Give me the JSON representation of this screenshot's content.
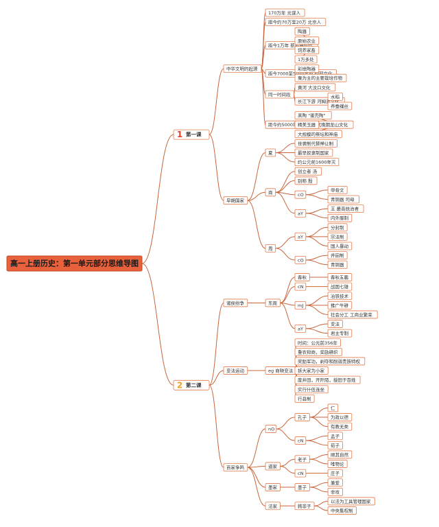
{
  "colors": {
    "accent": "#e8613c",
    "line": "#c8643c",
    "lesson1_num": "#e8402a",
    "lesson2_num": "#f0a020"
  },
  "root": "高一上册历史：第一单元部分思维导图",
  "tree": [
    {
      "label": "第一课",
      "num": "1",
      "children": [
        {
          "label": "中华文明的起源",
          "children": [
            {
              "label": "170万年 元谋人"
            },
            {
              "label": "距今约70万至20万 北京人"
            },
            {
              "label": "距今1万年 新石器时代",
              "children": [
                {
                  "label": "陶器"
                },
                {
                  "label": "原始农业"
                },
                {
                  "label": "饲养家畜"
                },
                {
                  "label": "1万多处"
                }
              ]
            },
            {
              "label": "距今7000至5000年前 仰韶文化",
              "children": [
                {
                  "label": "彩绘陶器"
                },
                {
                  "label": "粟为主的主要栽培作物"
                }
              ]
            },
            {
              "label": "同一时间段",
              "children": [
                {
                  "label": "黄河 大汶口文化"
                },
                {
                  "label": "长江下游 河姆渡文化",
                  "children": [
                    {
                      "label": "水稻"
                    },
                    {
                      "label": "养蚕缫丝"
                    }
                  ]
                }
              ]
            },
            {
              "label": "距今约5000年 新石器时代晚期龙山文化",
              "children": [
                {
                  "label": "黑陶 \"蛋壳陶\""
                },
                {
                  "label": "精美玉器"
                },
                {
                  "label": "大规模的祭坛和神庙"
                }
              ]
            }
          ]
        },
        {
          "label": "早期国家",
          "children": [
            {
              "label": "夏",
              "children": [
                {
                  "label": "世袭制代替禅让制"
                },
                {
                  "label": "最早奴隶制国家"
                },
                {
                  "label": "约公元前1600年灭"
                }
              ]
            },
            {
              "label": "商",
              "children": [
                {
                  "label": "创立者 汤"
                },
                {
                  "label": "别称 殷"
                },
                {
                  "label": "cO",
                  "children": [
                    {
                      "label": "甲骨文"
                    },
                    {
                      "label": "青铜器 司母"
                    }
                  ]
                },
                {
                  "label": "aY",
                  "children": [
                    {
                      "label": "王 最高统治者"
                    },
                    {
                      "label": "内外服制"
                    }
                  ]
                }
              ]
            },
            {
              "label": "周",
              "children": [
                {
                  "label": "aY",
                  "children": [
                    {
                      "label": "分封制"
                    },
                    {
                      "label": "宗法制"
                    },
                    {
                      "label": "国人暴动"
                    }
                  ]
                },
                {
                  "label": "cO",
                  "children": [
                    {
                      "label": "井田制"
                    },
                    {
                      "label": "青铜器"
                    }
                  ]
                }
              ]
            }
          ]
        }
      ]
    },
    {
      "label": "第二课",
      "num": "2",
      "children": [
        {
          "label": "诸侯纷争",
          "children": [
            {
              "label": "东周",
              "children": [
                {
                  "label": "春秋",
                  "children": [
                    {
                      "label": "春秋五霸"
                    }
                  ]
                },
                {
                  "label": "cN",
                  "children": [
                    {
                      "label": "战国七雄"
                    }
                  ]
                },
                {
                  "label": "mJ",
                  "children": [
                    {
                      "label": "冶铁技术"
                    },
                    {
                      "label": "推广牛耕"
                    },
                    {
                      "label": "社会分工 工商业繁荣"
                    }
                  ]
                },
                {
                  "label": "aY",
                  "children": [
                    {
                      "label": "变法"
                    },
                    {
                      "label": "君主专制"
                    }
                  ]
                }
              ]
            }
          ]
        },
        {
          "label": "变法运动",
          "children": [
            {
              "label": "eg 商鞅变法",
              "children": [
                {
                  "label": "时间：公元前356年"
                },
                {
                  "label": "重农抑商，奖励耕织"
                },
                {
                  "label": "奖励军功，剥夺和削弱贵族特权"
                },
                {
                  "label": "拆大家为小家"
                },
                {
                  "label": "废井田，开阡陌，授田于百姓"
                },
                {
                  "label": "实行什伍连坐"
                },
                {
                  "label": "行县制"
                }
              ]
            }
          ]
        },
        {
          "label": "百家争鸣",
          "children": [
            {
              "label": "nO",
              "children": [
                {
                  "label": "孔子",
                  "children": [
                    {
                      "label": "仁"
                    },
                    {
                      "label": "为政以德"
                    },
                    {
                      "label": "有教无类"
                    }
                  ]
                },
                {
                  "label": "cN",
                  "children": [
                    {
                      "label": "孟子"
                    },
                    {
                      "label": "荀子"
                    }
                  ]
                }
              ]
            },
            {
              "label": "道家",
              "children": [
                {
                  "label": "老子",
                  "children": [
                    {
                      "label": "顺其自然"
                    },
                    {
                      "label": "唯物论"
                    }
                  ]
                },
                {
                  "label": "cN",
                  "children": [
                    {
                      "label": "庄子"
                    }
                  ]
                }
              ]
            },
            {
              "label": "墨家",
              "children": [
                {
                  "label": "墨子",
                  "children": [
                    {
                      "label": "兼爱"
                    },
                    {
                      "label": "非攻"
                    }
                  ]
                }
              ]
            },
            {
              "label": "法家",
              "children": [
                {
                  "label": "韩非子",
                  "children": [
                    {
                      "label": "以法为工具管理国家"
                    },
                    {
                      "label": "中央集权制"
                    }
                  ]
                }
              ]
            }
          ]
        }
      ]
    }
  ]
}
